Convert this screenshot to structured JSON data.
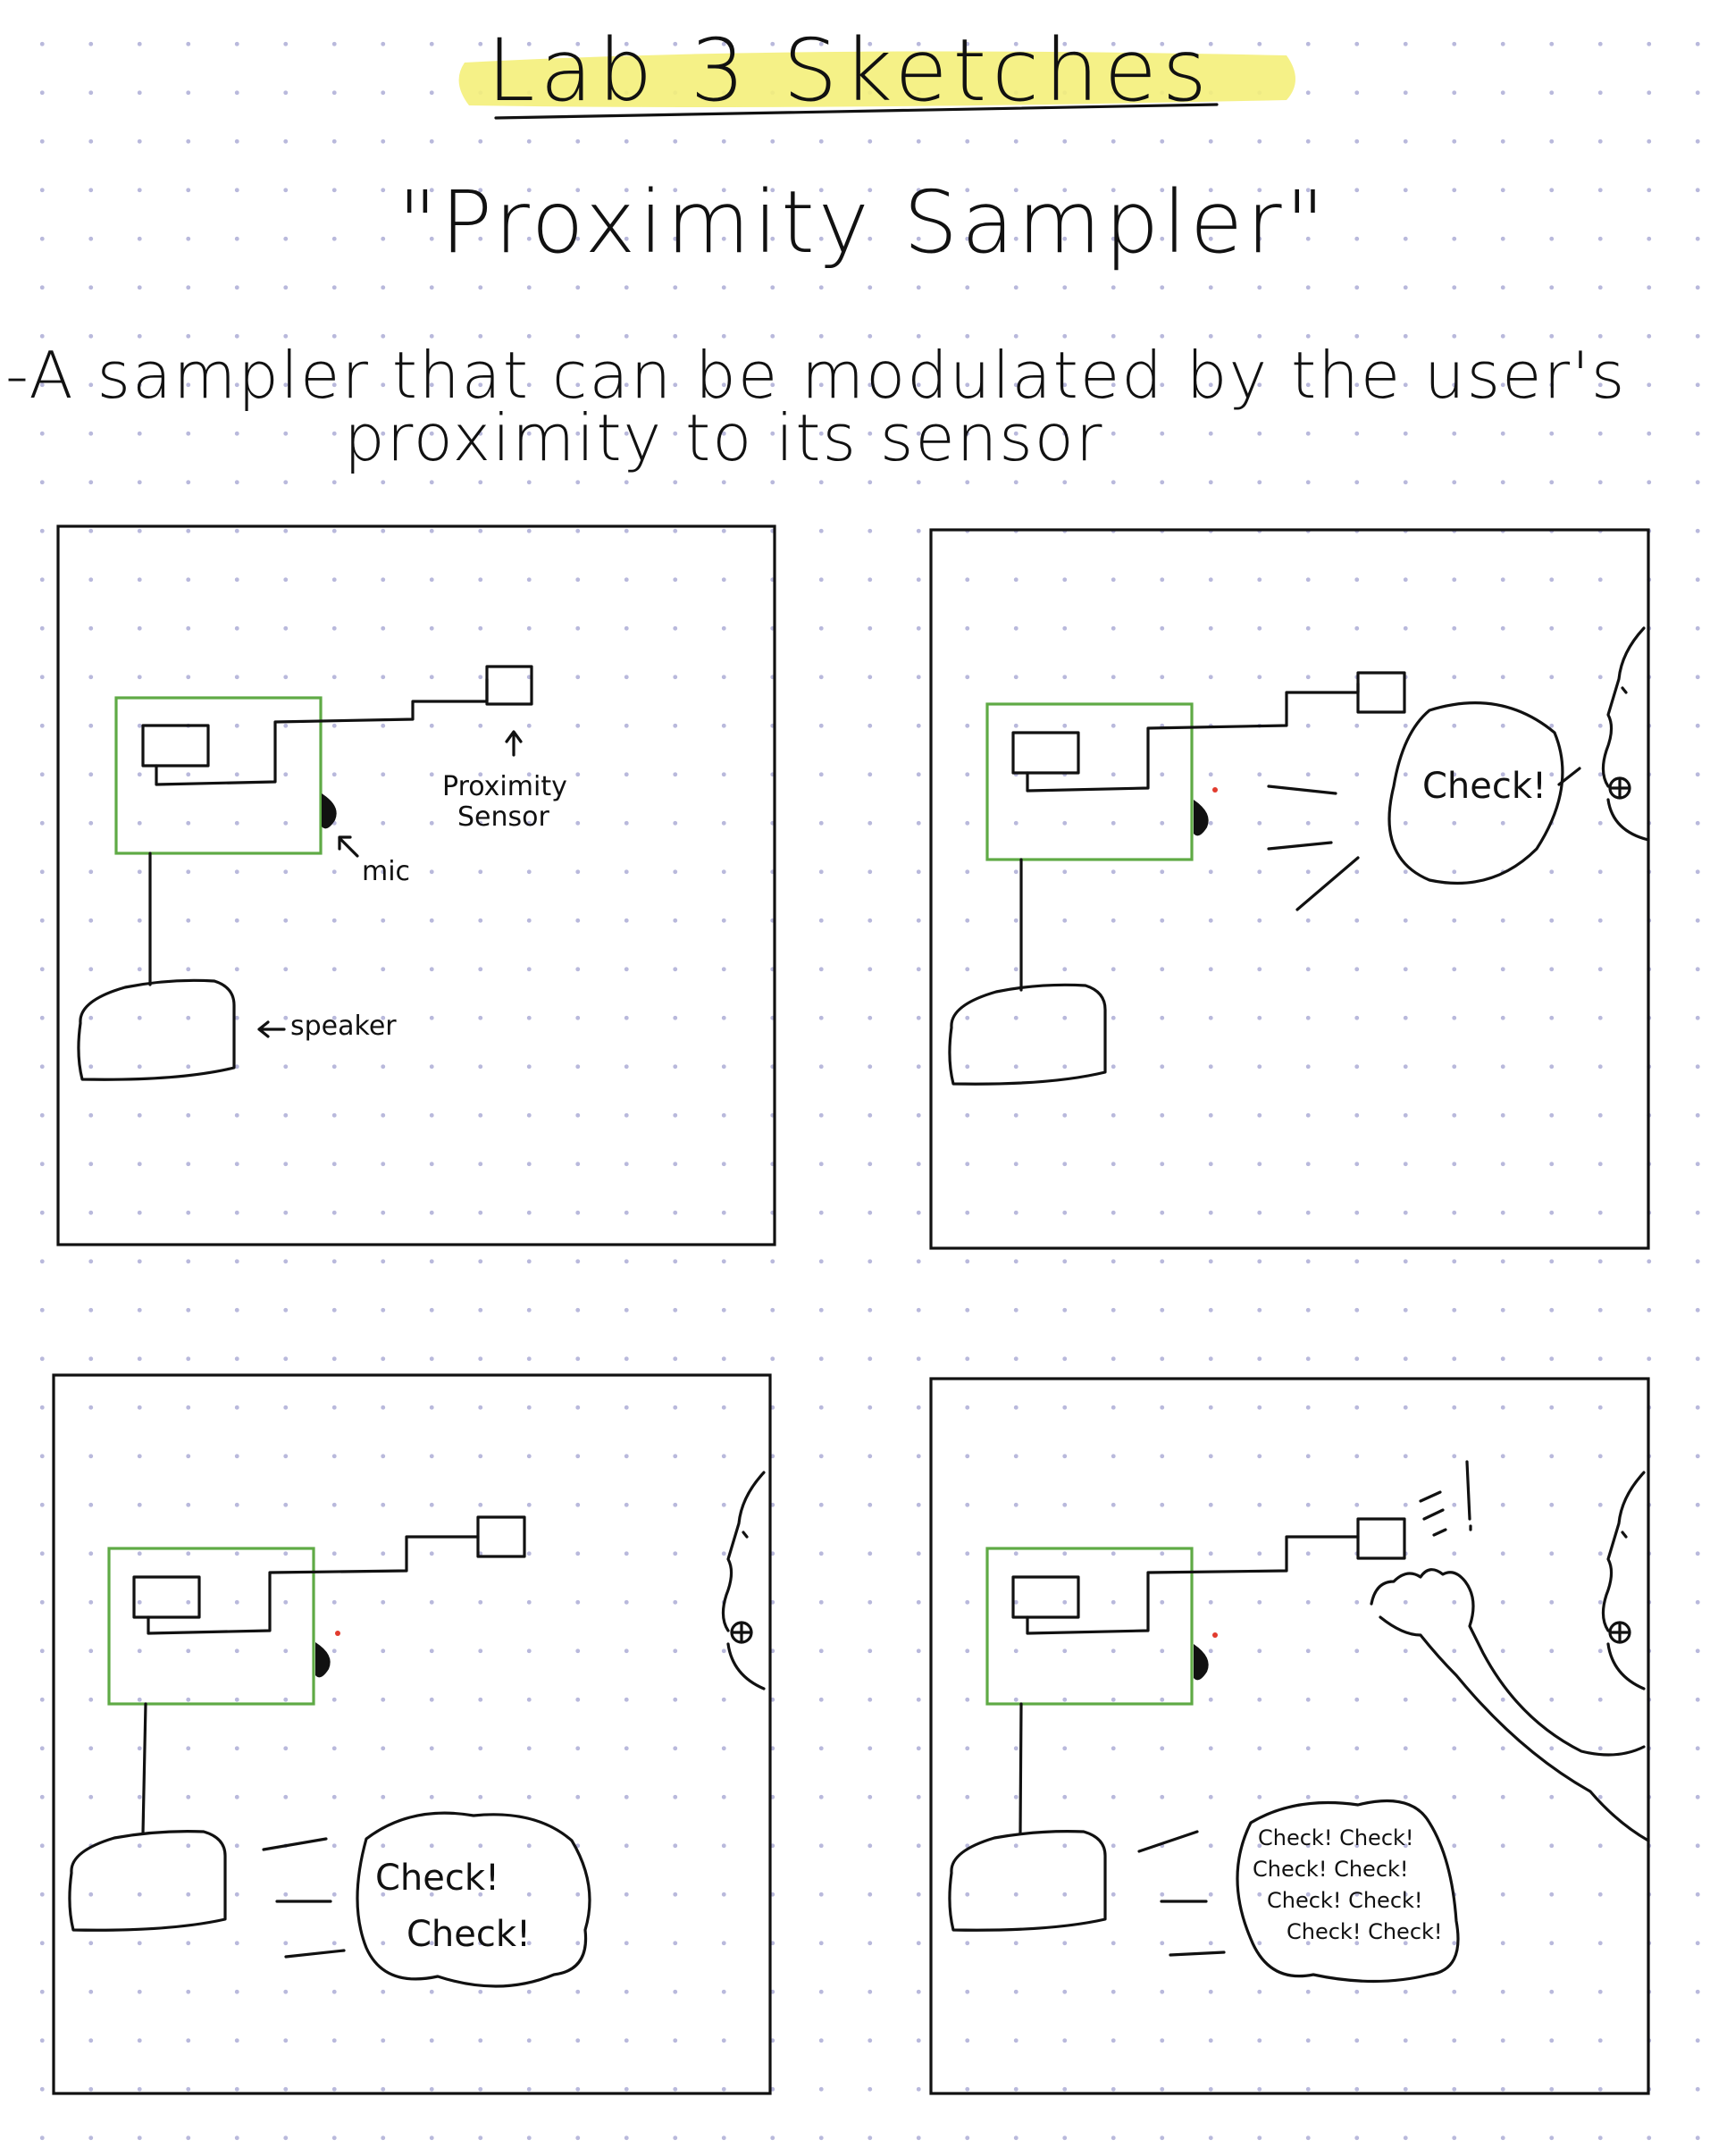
{
  "title": "Lab 3 Sketches",
  "subtitle": "\"Proximity Sampler\"",
  "description_line1": "-A sampler that can be modulated by the user's",
  "description_line2": "proximity to its sensor",
  "labels": {
    "proximity_sensor_line1": "Proximity",
    "proximity_sensor_line2": "Sensor",
    "mic": "mic",
    "speaker": "speaker"
  },
  "speech": {
    "panel2": "Check!",
    "panel3_line1": "Check!",
    "panel3_line2": "Check!",
    "panel4": [
      "Check! Check!",
      "Check! Check!",
      "Check! Check!",
      "Check! Check!"
    ]
  },
  "colors": {
    "highlight": "#f4f07a",
    "board": "#5faa45",
    "mic_led": "#e23b2e",
    "ink": "#111111"
  }
}
